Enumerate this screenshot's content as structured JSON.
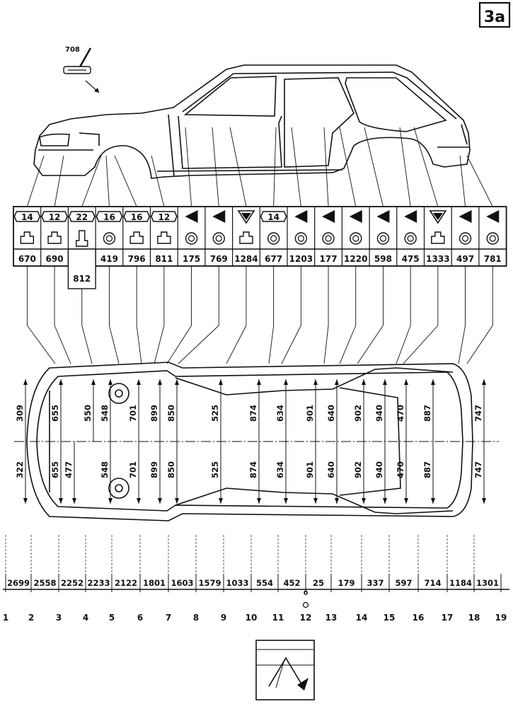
{
  "page_tag": "3a",
  "callout_number": "708",
  "columns": [
    {
      "symbol": "14",
      "type": "hex",
      "holder": "block",
      "value": "670"
    },
    {
      "symbol": "12",
      "type": "hex",
      "holder": "block",
      "value": "690"
    },
    {
      "symbol": "22",
      "type": "hex",
      "holder": "tall",
      "value": "",
      "sub_value": "812"
    },
    {
      "symbol": "16",
      "type": "hex",
      "holder": "circle",
      "value": "419"
    },
    {
      "symbol": "16",
      "type": "hex",
      "holder": "block",
      "value": "796"
    },
    {
      "symbol": "12",
      "type": "hex",
      "holder": "block",
      "value": "811"
    },
    {
      "symbol": "",
      "type": "tri-left",
      "holder": "circle",
      "value": "175"
    },
    {
      "symbol": "",
      "type": "tri-left",
      "holder": "circle",
      "value": "769"
    },
    {
      "symbol": "",
      "type": "tri-down",
      "holder": "block",
      "value": "1284"
    },
    {
      "symbol": "14",
      "type": "hex",
      "holder": "circle",
      "value": "677"
    },
    {
      "symbol": "",
      "type": "tri-left",
      "holder": "circle",
      "value": "1203"
    },
    {
      "symbol": "",
      "type": "tri-left",
      "holder": "circle",
      "value": "177"
    },
    {
      "symbol": "",
      "type": "tri-left",
      "holder": "circle",
      "value": "1220"
    },
    {
      "symbol": "",
      "type": "tri-left",
      "holder": "circle",
      "value": "598"
    },
    {
      "symbol": "",
      "type": "tri-left",
      "holder": "circle",
      "value": "475"
    },
    {
      "symbol": "",
      "type": "tri-down",
      "holder": "block",
      "value": "1333"
    },
    {
      "symbol": "",
      "type": "tri-left",
      "holder": "circle",
      "value": "497"
    },
    {
      "symbol": "",
      "type": "tri-left",
      "holder": "circle",
      "value": "781"
    }
  ],
  "half_widths": [
    {
      "top": "309",
      "bottom": "322"
    },
    {
      "top": "655",
      "bottom": "655"
    },
    {
      "top": "",
      "bottom": "477"
    },
    {
      "top": "550",
      "bottom": ""
    },
    {
      "top": "548",
      "bottom": "548"
    },
    {
      "top": "701",
      "bottom": "701"
    },
    {
      "top": "899",
      "bottom": "899"
    },
    {
      "top": "850",
      "bottom": "850"
    },
    {
      "top": "525",
      "bottom": "525"
    },
    {
      "top": "874",
      "bottom": "874"
    },
    {
      "top": "634",
      "bottom": "634"
    },
    {
      "top": "901",
      "bottom": "901"
    },
    {
      "top": "640",
      "bottom": "640"
    },
    {
      "top": "902",
      "bottom": "902"
    },
    {
      "top": "940",
      "bottom": "940"
    },
    {
      "top": "470",
      "bottom": "470"
    },
    {
      "top": "887",
      "bottom": "887"
    },
    {
      "top": "747",
      "bottom": "747"
    }
  ],
  "length_values": [
    "2699",
    "2558",
    "2252",
    "2233",
    "2122",
    "1801",
    "1603",
    "1579",
    "1033",
    "554",
    "452",
    "25",
    "179",
    "337",
    "597",
    "714",
    "1184",
    "1301"
  ],
  "zero_marker": "0",
  "station_numbers": [
    "1",
    "2",
    "3",
    "4",
    "5",
    "6",
    "7",
    "8",
    "9",
    "10",
    "11",
    "12",
    "13",
    "14",
    "15",
    "16",
    "17",
    "18",
    "19"
  ]
}
